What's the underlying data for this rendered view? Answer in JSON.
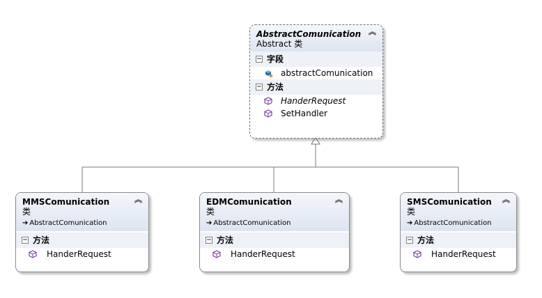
{
  "abstract_class": {
    "name": "AbstractComunication",
    "kind": "Abstract 类",
    "fields_label": "字段",
    "fields": [
      "abstractComunication"
    ],
    "methods_label": "方法",
    "methods": [
      {
        "name": "HanderRequest",
        "italic": true
      },
      {
        "name": "SetHandler",
        "italic": false
      }
    ]
  },
  "subclasses": [
    {
      "name": "MMSComunication",
      "kind": "类",
      "base": "AbstractComunication",
      "methods_label": "方法",
      "methods": [
        "HanderRequest"
      ]
    },
    {
      "name": "EDMComunication",
      "kind": "类",
      "base": "AbstractComunication",
      "methods_label": "方法",
      "methods": [
        "HanderRequest"
      ]
    },
    {
      "name": "SMSComunication",
      "kind": "类",
      "base": "AbstractComunication",
      "methods_label": "方法",
      "methods": [
        "HanderRequest"
      ]
    }
  ],
  "glyphs": {
    "collapse": "︽",
    "section_toggle": "−",
    "inherits_arrow": "➔"
  },
  "colors": {
    "method_icon": "#7b3f9e",
    "field_icon": "#2a6fb4",
    "header_gradient_bottom": "#dde4f1"
  }
}
